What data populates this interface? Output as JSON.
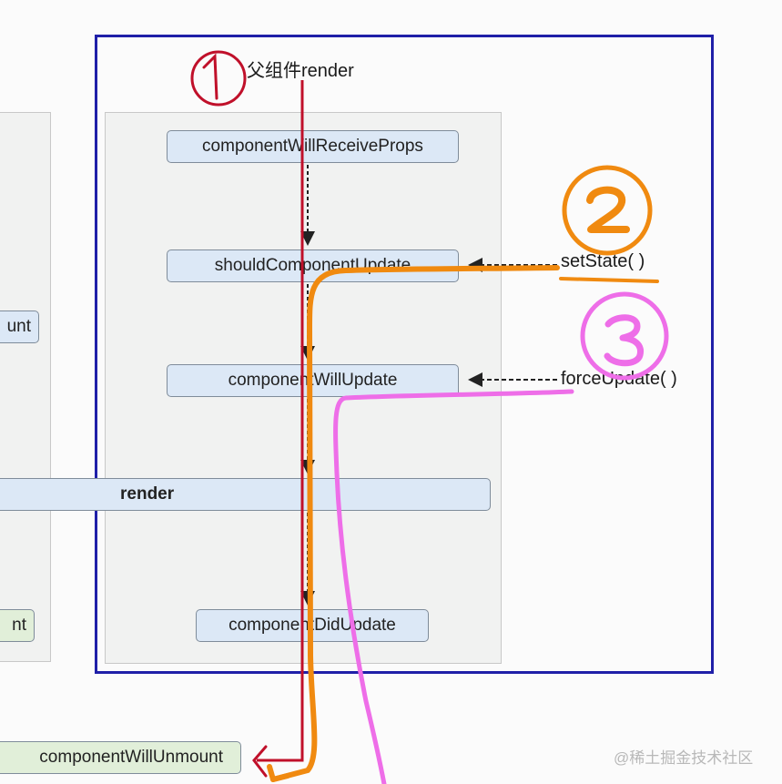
{
  "nodes": {
    "will_receive_props": "componentWillReceiveProps",
    "should_update": "shouldComponentUpdate",
    "will_update": "componentWillUpdate",
    "render": "render",
    "did_update": "componentDidUpdate",
    "will_unmount": "componentWillUnmount",
    "left_partial_1": "unt",
    "left_partial_2": "nt"
  },
  "triggers": {
    "set_state": "setState( )",
    "force_update": "forceUpdate( )"
  },
  "annotations": {
    "parent_render": "父组件render",
    "num_1": "1",
    "num_2": "2",
    "num_3": "3"
  },
  "watermark": "@稀土掘金技术社区",
  "colors": {
    "frame": "#1f1fa8",
    "red_annotation": "#c0102a",
    "orange_annotation": "#f08a10",
    "pink_annotation": "#ee6ee8"
  }
}
